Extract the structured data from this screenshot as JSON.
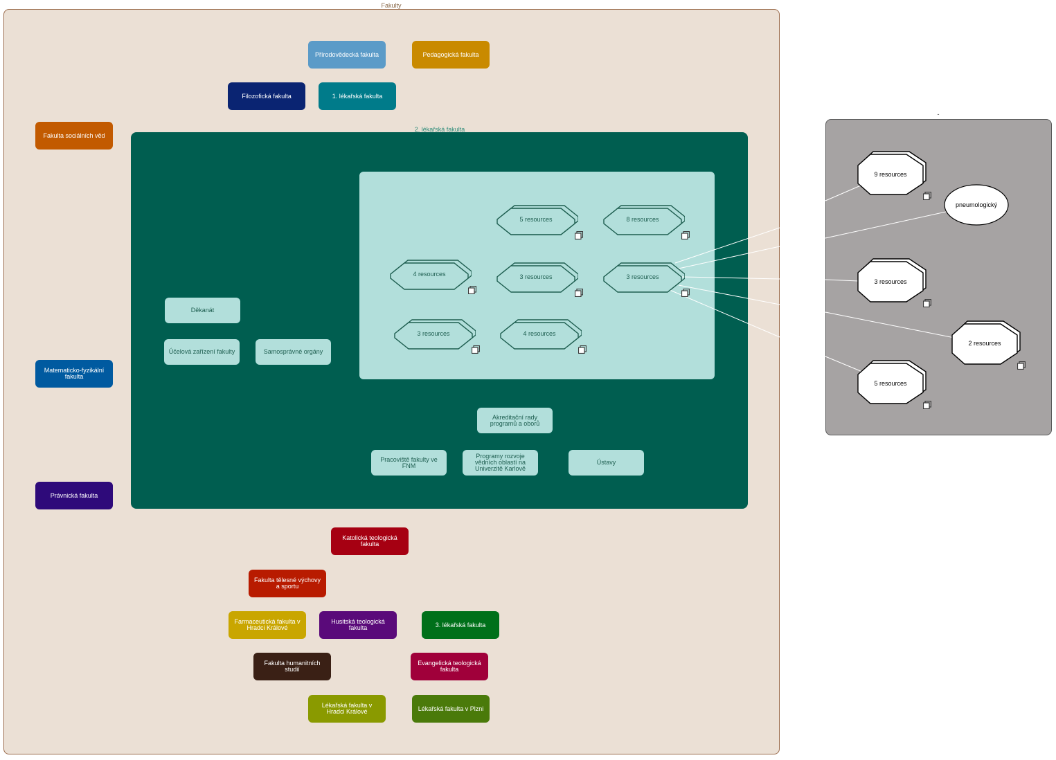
{
  "diagram": {
    "outer_group": {
      "label": "Fakulty"
    },
    "inner_group": {
      "label": "2. lékařská fakulta"
    },
    "right_group": {
      "label": "-"
    },
    "faculties_top": [
      {
        "id": "prirodovedecka",
        "label": "Přírodovědecká fakulta",
        "color": "#5b9bc8"
      },
      {
        "id": "pedagogicka",
        "label": "Pedagogická fakulta",
        "color": "#c98a00"
      },
      {
        "id": "filozoficka",
        "label": "Filozofická fakulta",
        "color": "#0a2472"
      },
      {
        "id": "lf1",
        "label": "1. lékařská fakulta",
        "color": "#007b8a"
      },
      {
        "id": "fsv",
        "label": "Fakulta sociálních věd",
        "color": "#c25a00"
      },
      {
        "id": "mff",
        "label": "Matematicko-fyzikální fakulta",
        "color": "#005aa0"
      },
      {
        "id": "pravnicka",
        "label": "Právnická fakulta",
        "color": "#2e0a7a"
      }
    ],
    "faculties_bottom": [
      {
        "id": "ktf",
        "label": "Katolická teologická fakulta",
        "color": "#a60012"
      },
      {
        "id": "ftvs",
        "label": "Fakulta tělesné výchovy a sportu",
        "color": "#b81b00"
      },
      {
        "id": "faf",
        "label": "Farmaceutická fakulta v Hradci Králové",
        "color": "#c9a600"
      },
      {
        "id": "htf",
        "label": "Husitská teologická fakulta",
        "color": "#5a0a7a"
      },
      {
        "id": "lf3",
        "label": "3. lékařská fakulta",
        "color": "#00701a"
      },
      {
        "id": "fhs",
        "label": "Fakulta humanitních studií",
        "color": "#3a2015"
      },
      {
        "id": "etf",
        "label": "Evangelická teologická fakulta",
        "color": "#a0003a"
      },
      {
        "id": "lfhk",
        "label": "Lékařská fakulta v Hradci Králové",
        "color": "#8a9a00"
      },
      {
        "id": "lfp",
        "label": "Lékařská fakulta v Plzni",
        "color": "#4a7a0a"
      }
    ],
    "inner_nodes": [
      {
        "id": "dekanat",
        "label": "Děkanát"
      },
      {
        "id": "ucelova",
        "label": "Účelová zařízení fakulty"
      },
      {
        "id": "samospravne",
        "label": "Samosprávné orgány"
      },
      {
        "id": "akreditacni",
        "label": "Akreditační rady programů a oborů"
      },
      {
        "id": "pracoviste",
        "label": "Pracoviště fakulty ve FNM"
      },
      {
        "id": "programy",
        "label": "Programy rozvoje vědních oblastí na Univerzitě Karlově"
      },
      {
        "id": "ustavy",
        "label": "Ústavy"
      }
    ],
    "resource_groups": [
      {
        "id": "r5",
        "label": "5 resources"
      },
      {
        "id": "r8",
        "label": "8 resources"
      },
      {
        "id": "r4a",
        "label": "4 resources"
      },
      {
        "id": "r3a",
        "label": "3 resources"
      },
      {
        "id": "r3b",
        "label": "3 resources"
      },
      {
        "id": "r3c",
        "label": "3 resources"
      },
      {
        "id": "r4b",
        "label": "4 resources"
      }
    ],
    "right_nodes": [
      {
        "id": "rr9",
        "label": "9 resources"
      },
      {
        "id": "pneumo",
        "label": "pneumologický"
      },
      {
        "id": "rr3",
        "label": "3 resources"
      },
      {
        "id": "rr2",
        "label": "2 resources"
      },
      {
        "id": "rr5",
        "label": "5 resources"
      }
    ],
    "colors": {
      "outer_bg": "#ebe0d5",
      "outer_border": "#9a6a4a",
      "inner_bg": "#005e50",
      "resource_panel_bg": "#b2dfdb",
      "right_bg": "#a6a3a3",
      "edge": "#ffffff"
    }
  }
}
